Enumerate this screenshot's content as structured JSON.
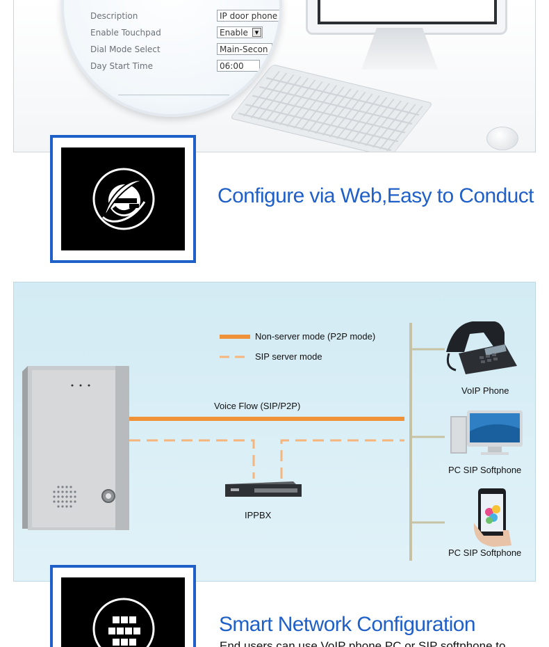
{
  "config_panel": {
    "rows": [
      {
        "label": "Description",
        "value": "IP door phone"
      },
      {
        "label": "Enable Touchpad",
        "value": "Enable"
      },
      {
        "label": "Dial Mode Select",
        "value": "Main-Secon"
      },
      {
        "label": "Day Start Time",
        "value": "06:00"
      }
    ]
  },
  "features": [
    {
      "title": "Configure via Web,Easy to Conduct",
      "icon": "internet-explorer-icon"
    },
    {
      "title": "Smart Network Configuration",
      "subtitle": "End users can use VoIP phone,PC or SIP softphone to",
      "icon": "grid-icon"
    }
  ],
  "diagram": {
    "legend": {
      "solid": "Non-server mode (P2P mode)",
      "dashed": "SIP server mode"
    },
    "voice_flow": "Voice Flow (SIP/P2P)",
    "ippbx": "IPPBX",
    "endpoints": [
      "VoIP Phone",
      "PC SIP Softphone",
      "PC SIP Softphone"
    ]
  },
  "colors": {
    "accent_blue": "#1f5fc8",
    "line_orange": "#f0923a",
    "panel_bg": "#d6edf5",
    "branch_line": "#c7c2a3"
  }
}
